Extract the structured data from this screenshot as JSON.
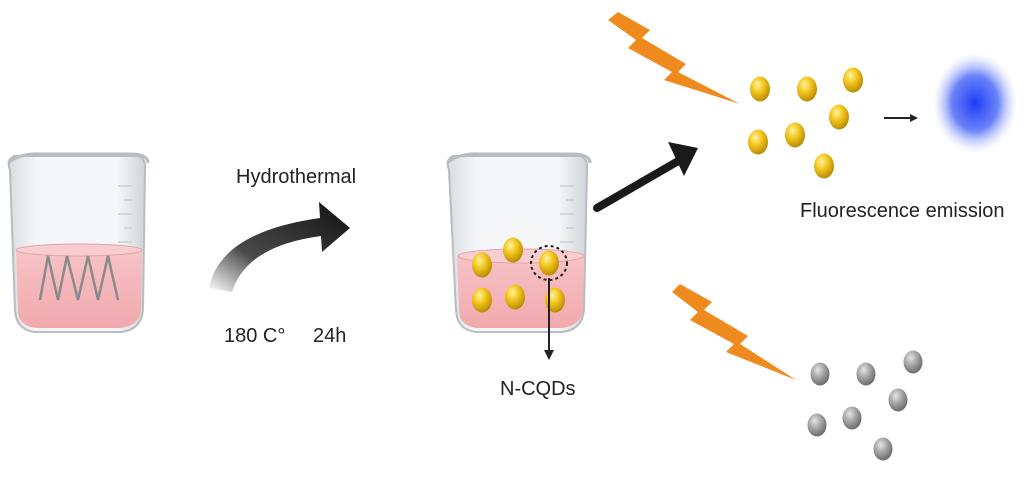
{
  "labels": {
    "process": "Hydrothermal",
    "temperature": "180 C°",
    "duration": "24h",
    "product": "N-CQDs",
    "outcome": "Fluorescence emission"
  },
  "colors": {
    "solution": "#f4b6bb",
    "quantum_dot": "#f0bf1a",
    "lightning": "#ef8a1e",
    "emission": "#3a58f0",
    "quenched_dot": "#9a9a9a",
    "arrow": "#1a1a1a"
  },
  "icons": [
    "beaker-icon",
    "carbon-source-zigzag-icon",
    "curved-arrow-icon",
    "lightning-icon",
    "quantum-dot-icon",
    "glow-icon"
  ]
}
